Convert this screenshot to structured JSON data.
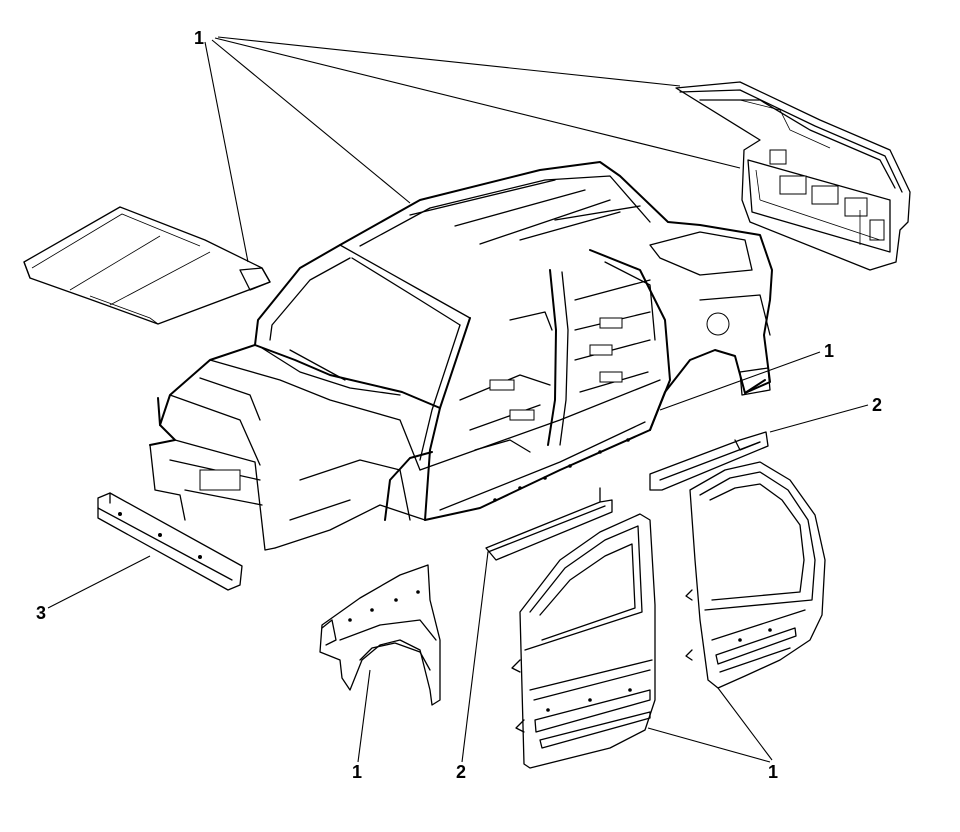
{
  "diagram": {
    "callouts": {
      "top_left": "1",
      "right_body": "1",
      "right_sill": "2",
      "left_bumper": "3",
      "bottom_fender": "1",
      "bottom_sill": "2",
      "bottom_doors": "1"
    },
    "parts": [
      "body-shell",
      "hood-panel",
      "liftgate-panel",
      "front-bumper-bar",
      "front-fender",
      "front-door",
      "rear-door",
      "front-sill-extension",
      "rear-sill-extension"
    ]
  }
}
